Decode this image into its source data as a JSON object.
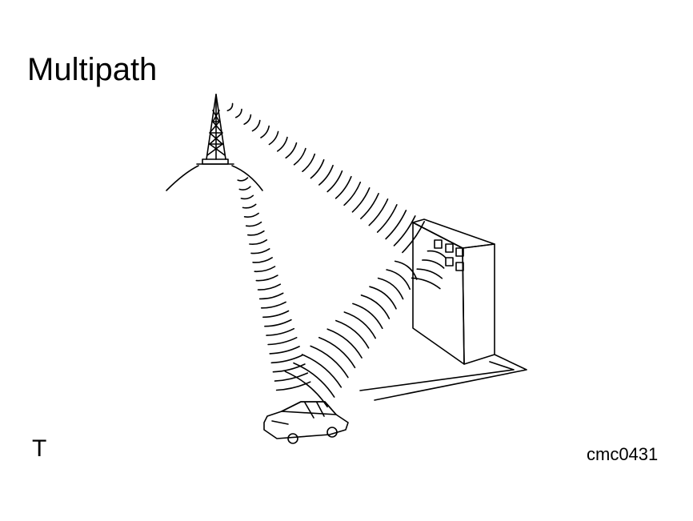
{
  "figure": {
    "title": "Multipath",
    "corner_mark": "T",
    "figure_code": "cmc0431"
  },
  "illustration": {
    "elements": [
      "tower-icon",
      "building-icon",
      "car-icon"
    ],
    "colors": {
      "line": "#000000",
      "background": "#ffffff"
    }
  }
}
